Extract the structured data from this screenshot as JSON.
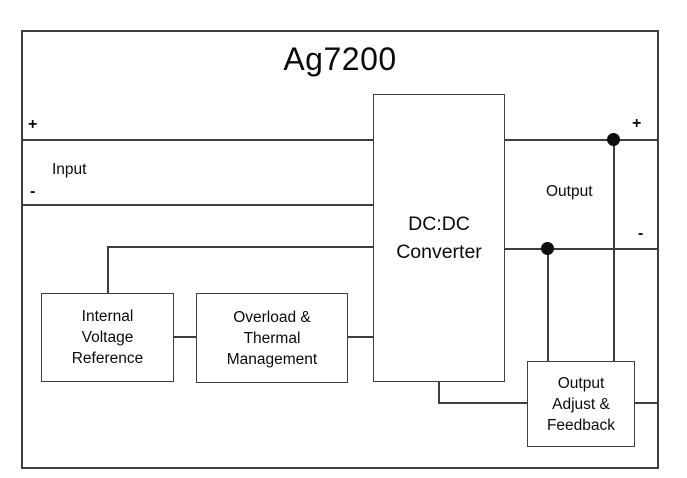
{
  "diagram": {
    "title": "Ag7200",
    "input": {
      "plus": "+",
      "label": "Input",
      "minus": "-"
    },
    "output": {
      "plus": "+",
      "label": "Output",
      "minus": "-"
    },
    "blocks": {
      "dcdc_converter": "DC:DC\nConverter",
      "internal_voltage_reference": "Internal\nVoltage\nReference",
      "overload_thermal": "Overload &\nThermal\nManagement",
      "output_adjust_feedback": "Output\nAdjust &\nFeedback"
    },
    "colors": {
      "line": "#3e3e3e",
      "text": "#0a0a0a",
      "background": "#ffffff"
    }
  }
}
